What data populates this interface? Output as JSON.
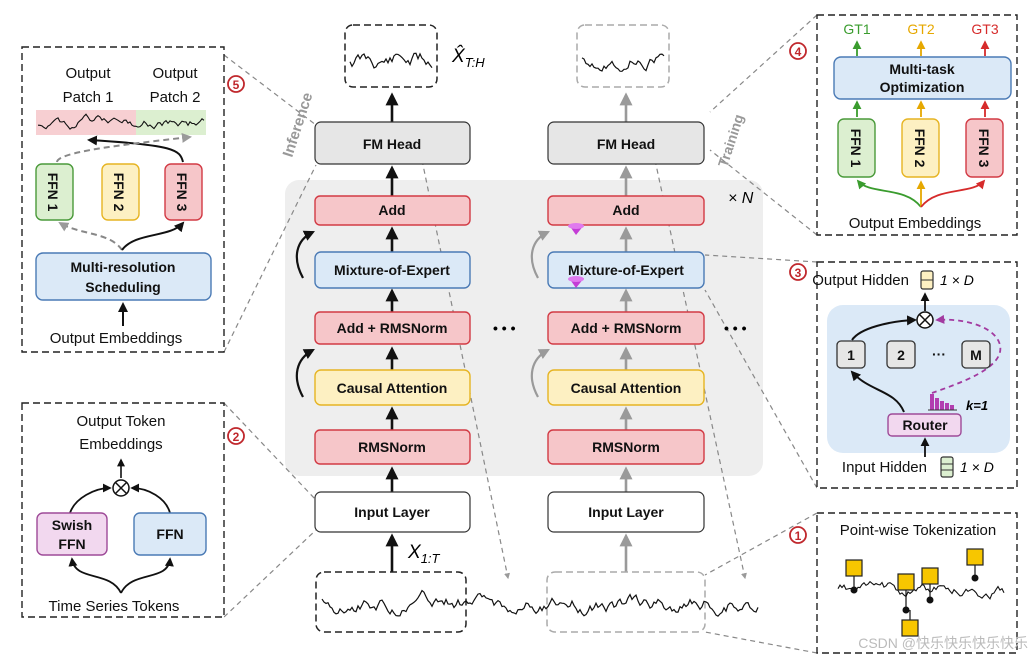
{
  "colors": {
    "red_fill": "#f6c6c9",
    "red_stroke": "#d23a44",
    "yellow_fill": "#fdf0c2",
    "yellow_stroke": "#e6b422",
    "blue_fill": "#dbe9f7",
    "blue_stroke": "#4a7ab5",
    "gray_fill": "#e6e6e6",
    "green_fill": "#dcefd0",
    "pink_fill": "#f2d8ef",
    "accent_circle": "#c0282d",
    "gt1": "#3a9c2e",
    "gt2": "#e6a800",
    "gt3": "#d62b2b"
  },
  "main": {
    "output_label": "X̂",
    "output_sub": "T:H",
    "input_label": "X",
    "input_sub": "1:T",
    "times_n": "× N",
    "inference_label": "Inference",
    "training_label": "Training",
    "ellipsis": "• • •",
    "left_stack": {
      "fm_head": "FM Head",
      "add": "Add",
      "moe": "Mixture-of-Expert",
      "add_rmsnorm": "Add + RMSNorm",
      "causal_attention": "Causal Attention",
      "rmsnorm": "RMSNorm",
      "input_layer": "Input Layer"
    },
    "right_stack": {
      "fm_head": "FM Head",
      "add": "Add",
      "moe": "Mixture-of-Expert",
      "add_rmsnorm": "Add + RMSNorm",
      "causal_attention": "Causal Attention",
      "rmsnorm": "RMSNorm",
      "input_layer": "Input Layer"
    }
  },
  "panel5": {
    "num": "5",
    "output_patch_1a": "Output",
    "output_patch_1b": "Patch 1",
    "output_patch_2a": "Output",
    "output_patch_2b": "Patch 2",
    "ffn1": "FFN 1",
    "ffn2": "FFN 2",
    "ffn3": "FFN 3",
    "scheduling_a": "Multi-resolution",
    "scheduling_b": "Scheduling",
    "output_embeddings": "Output Embeddings"
  },
  "panel2": {
    "num": "2",
    "title_a": "Output Token",
    "title_b": "Embeddings",
    "swish_a": "Swish",
    "swish_b": "FFN",
    "ffn": "FFN",
    "time_series_tokens": "Time Series Tokens"
  },
  "panel4": {
    "num": "4",
    "gt1": "GT1",
    "gt2": "GT2",
    "gt3": "GT3",
    "mto_a": "Multi-task",
    "mto_b": "Optimization",
    "ffn1": "FFN 1",
    "ffn2": "FFN 2",
    "ffn3": "FFN 3",
    "output_embeddings": "Output Embeddings"
  },
  "panel3": {
    "num": "3",
    "output_hidden": "Output Hidden",
    "output_dim": "1 × D",
    "e1": "1",
    "e2": "2",
    "e_dots": "···",
    "eM": "M",
    "k_label": "k=1",
    "router": "Router",
    "input_hidden": "Input Hidden",
    "input_dim": "1 × D"
  },
  "panel1": {
    "num": "1",
    "title": "Point-wise Tokenization"
  },
  "watermark": "CSDN @快乐快乐快乐快乐"
}
